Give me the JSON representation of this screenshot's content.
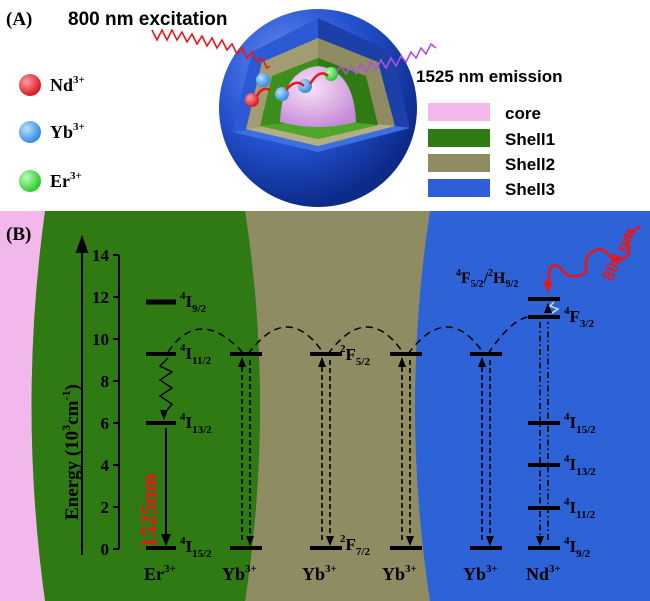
{
  "panel_a": {
    "label": "(A)",
    "excitation": "800 nm excitation",
    "emission": "1525 nm emission",
    "ions": [
      {
        "name": "Nd",
        "charge": "3+",
        "color": "#e8151b"
      },
      {
        "name": "Yb",
        "charge": "3+",
        "color": "#2f8fe6"
      },
      {
        "name": "Er",
        "charge": "3+",
        "color": "#2ed12e"
      }
    ],
    "layers": [
      {
        "name": "core",
        "color": "#f2b8ec"
      },
      {
        "name": "Shell1",
        "color": "#2f7a13"
      },
      {
        "name": "Shell2",
        "color": "#8f8b63"
      },
      {
        "name": "Shell3",
        "color": "#2f5fd6"
      }
    ]
  },
  "panel_b": {
    "label": "(B)",
    "excitation_label": "800 nm",
    "emission_label": "1525nm",
    "axis": {
      "label_main": "Energy (10",
      "label_sup": "3",
      "label_unit": "cm",
      "label_sup2": "-1",
      "label_end": ")",
      "ticks": [
        "0",
        "2",
        "4",
        "6",
        "8",
        "10",
        "12",
        "14"
      ]
    },
    "er_levels": {
      "i92": {
        "base": "4",
        "sym": "I",
        "sub": "9/2"
      },
      "i112": {
        "base": "4",
        "sym": "I",
        "sub": "11/2"
      },
      "i132": {
        "base": "4",
        "sym": "I",
        "sub": "13/2"
      },
      "i152": {
        "base": "4",
        "sym": "I",
        "sub": "15/2"
      }
    },
    "yb_levels": {
      "f52": {
        "base": "2",
        "sym": "F",
        "sub": "5/2"
      },
      "f72": {
        "base": "2",
        "sym": "F",
        "sub": "7/2"
      }
    },
    "nd_levels": {
      "f52h92": {
        "b1": "4",
        "s1": "F",
        "sub1": "5/2",
        "sep": "/",
        "b2": "2",
        "s2": "H",
        "sub2": "9/2"
      },
      "f32": {
        "base": "4",
        "sym": "F",
        "sub": "3/2"
      },
      "i152": {
        "base": "4",
        "sym": "I",
        "sub": "15/2"
      },
      "i132": {
        "base": "4",
        "sym": "I",
        "sub": "13/2"
      },
      "i112": {
        "base": "4",
        "sym": "I",
        "sub": "11/2"
      },
      "i92": {
        "base": "4",
        "sym": "I",
        "sub": "9/2"
      }
    },
    "ion_labels": [
      {
        "name": "Er",
        "sup": "3+"
      },
      {
        "name": "Yb",
        "sup": "3+"
      },
      {
        "name": "Yb",
        "sup": "3+"
      },
      {
        "name": "Yb",
        "sup": "3+"
      },
      {
        "name": "Yb",
        "sup": "3+"
      },
      {
        "name": "Nd",
        "sup": "3+"
      }
    ]
  }
}
